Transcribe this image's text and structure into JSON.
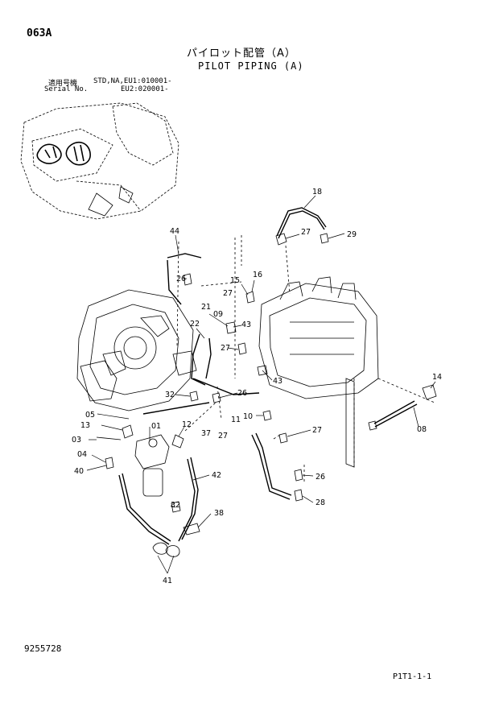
{
  "header": {
    "page_code": "063A",
    "title_jp": "パイロット配管（A）",
    "title_en": "PILOT PIPING (A)",
    "serial_label_jp": "適用号機",
    "serial_label_en": "Serial No.",
    "serial_std": "STD,NA,EU1:010001-",
    "serial_eu2": "EU2:020001-"
  },
  "footer": {
    "doc_number": "9255728",
    "page_ref": "P1T1-1-1"
  },
  "callouts": [
    "18",
    "27",
    "29",
    "44",
    "26",
    "15",
    "16",
    "27",
    "21",
    "09",
    "22",
    "43",
    "27",
    "43",
    "32",
    "26",
    "11",
    "05",
    "01",
    "12",
    "13",
    "03",
    "04",
    "40",
    "37",
    "27",
    "10",
    "27",
    "42",
    "32",
    "38",
    "41",
    "26",
    "28",
    "14",
    "08"
  ]
}
